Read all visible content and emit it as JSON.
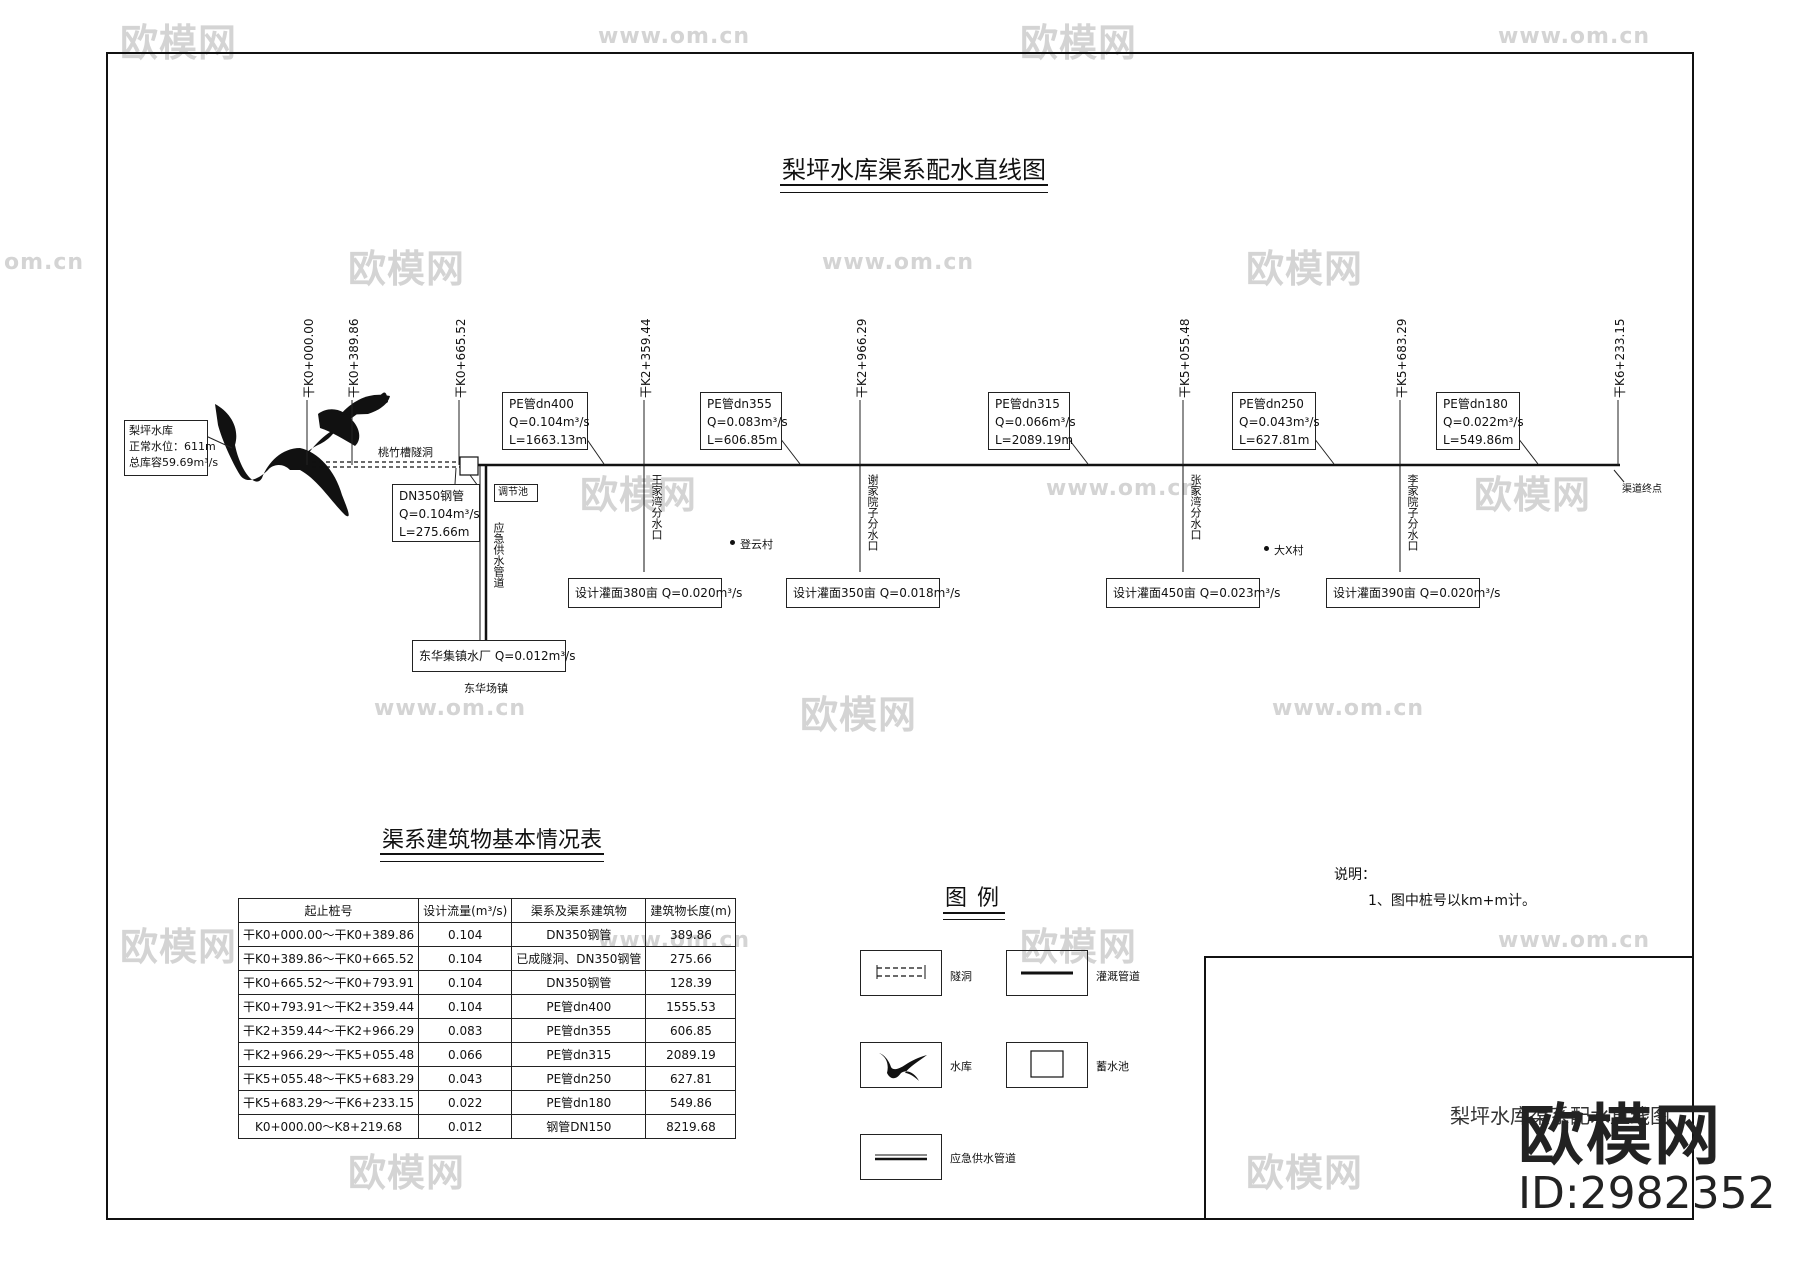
{
  "watermark": {
    "logo": "欧模网",
    "url": "www.om.cn",
    "url_short": "om.cn"
  },
  "title": "梨坪水库渠系配水直线图",
  "reservoir": {
    "name": "梨坪水库",
    "level": "正常水位：611m",
    "capacity": "总库容59.69m³/s"
  },
  "stations": [
    "干K0+000.00",
    "干K0+389.86",
    "干K0+665.52",
    "干K2+359.44",
    "干K2+966.29",
    "干K5+055.48",
    "干K5+683.29",
    "干K6+233.15"
  ],
  "labels": {
    "tunnel": "桃竹槽隧洞",
    "regulating_pool": "调节池",
    "emergency_pipe": "应急供水管道",
    "water_plant_town": "东华场镇",
    "village1": "登云村",
    "village2": "大X村",
    "end": "渠道终点"
  },
  "pipe_boxes": [
    {
      "line1": "DN350钢管",
      "line2": "Q=0.104m³/s",
      "line3": "L=275.66m"
    },
    {
      "line1": "PE管dn400",
      "line2": "Q=0.104m³/s",
      "line3": "L=1663.13m"
    },
    {
      "line1": "PE管dn355",
      "line2": "Q=0.083m³/s",
      "line3": "L=606.85m"
    },
    {
      "line1": "PE管dn315",
      "line2": "Q=0.066m³/s",
      "line3": "L=2089.19m"
    },
    {
      "line1": "PE管dn250",
      "line2": "Q=0.043m³/s",
      "line3": "L=627.81m"
    },
    {
      "line1": "PE管dn180",
      "line2": "Q=0.022m³/s",
      "line3": "L=549.86m"
    }
  ],
  "branches": [
    "王家湾分水口",
    "谢家院子分水口",
    "张家湾分水口",
    "李家院子分水口"
  ],
  "design_boxes": [
    "设计灌面380亩  Q=0.020m³/s",
    "设计灌面350亩  Q=0.018m³/s",
    "设计灌面450亩  Q=0.023m³/s",
    "设计灌面390亩  Q=0.020m³/s"
  ],
  "water_plant": "东华集镇水厂    Q=0.012m³/s",
  "table": {
    "title": "渠系建筑物基本情况表",
    "headers": [
      "起止桩号",
      "设计流量(m³/s)",
      "渠系及渠系建筑物",
      "建筑物长度(m)"
    ],
    "rows": [
      [
        "干K0+000.00～干K0+389.86",
        "0.104",
        "DN350钢管",
        "389.86"
      ],
      [
        "干K0+389.86～干K0+665.52",
        "0.104",
        "已成隧洞、DN350钢管",
        "275.66"
      ],
      [
        "干K0+665.52～干K0+793.91",
        "0.104",
        "DN350钢管",
        "128.39"
      ],
      [
        "干K0+793.91～干K2+359.44",
        "0.104",
        "PE管dn400",
        "1555.53"
      ],
      [
        "干K2+359.44～干K2+966.29",
        "0.083",
        "PE管dn355",
        "606.85"
      ],
      [
        "干K2+966.29～干K5+055.48",
        "0.066",
        "PE管dn315",
        "2089.19"
      ],
      [
        "干K5+055.48～干K5+683.29",
        "0.043",
        "PE管dn250",
        "627.81"
      ],
      [
        "干K5+683.29～干K6+233.15",
        "0.022",
        "PE管dn180",
        "549.86"
      ],
      [
        "K0+000.00～K8+219.68",
        "0.012",
        "钢管DN150",
        "8219.68"
      ]
    ]
  },
  "legend": {
    "title": "图例",
    "tunnel": "隧洞",
    "pipe": "灌溉管道",
    "reservoir": "水库",
    "pool": "蓄水池",
    "emergency": "应急供水管道"
  },
  "notes": {
    "heading": "说明：",
    "item1": "1、图中桩号以km+m计。"
  },
  "title_block": "梨坪水库渠系配水直线图",
  "brand": "欧模网",
  "id": "ID:2982352"
}
